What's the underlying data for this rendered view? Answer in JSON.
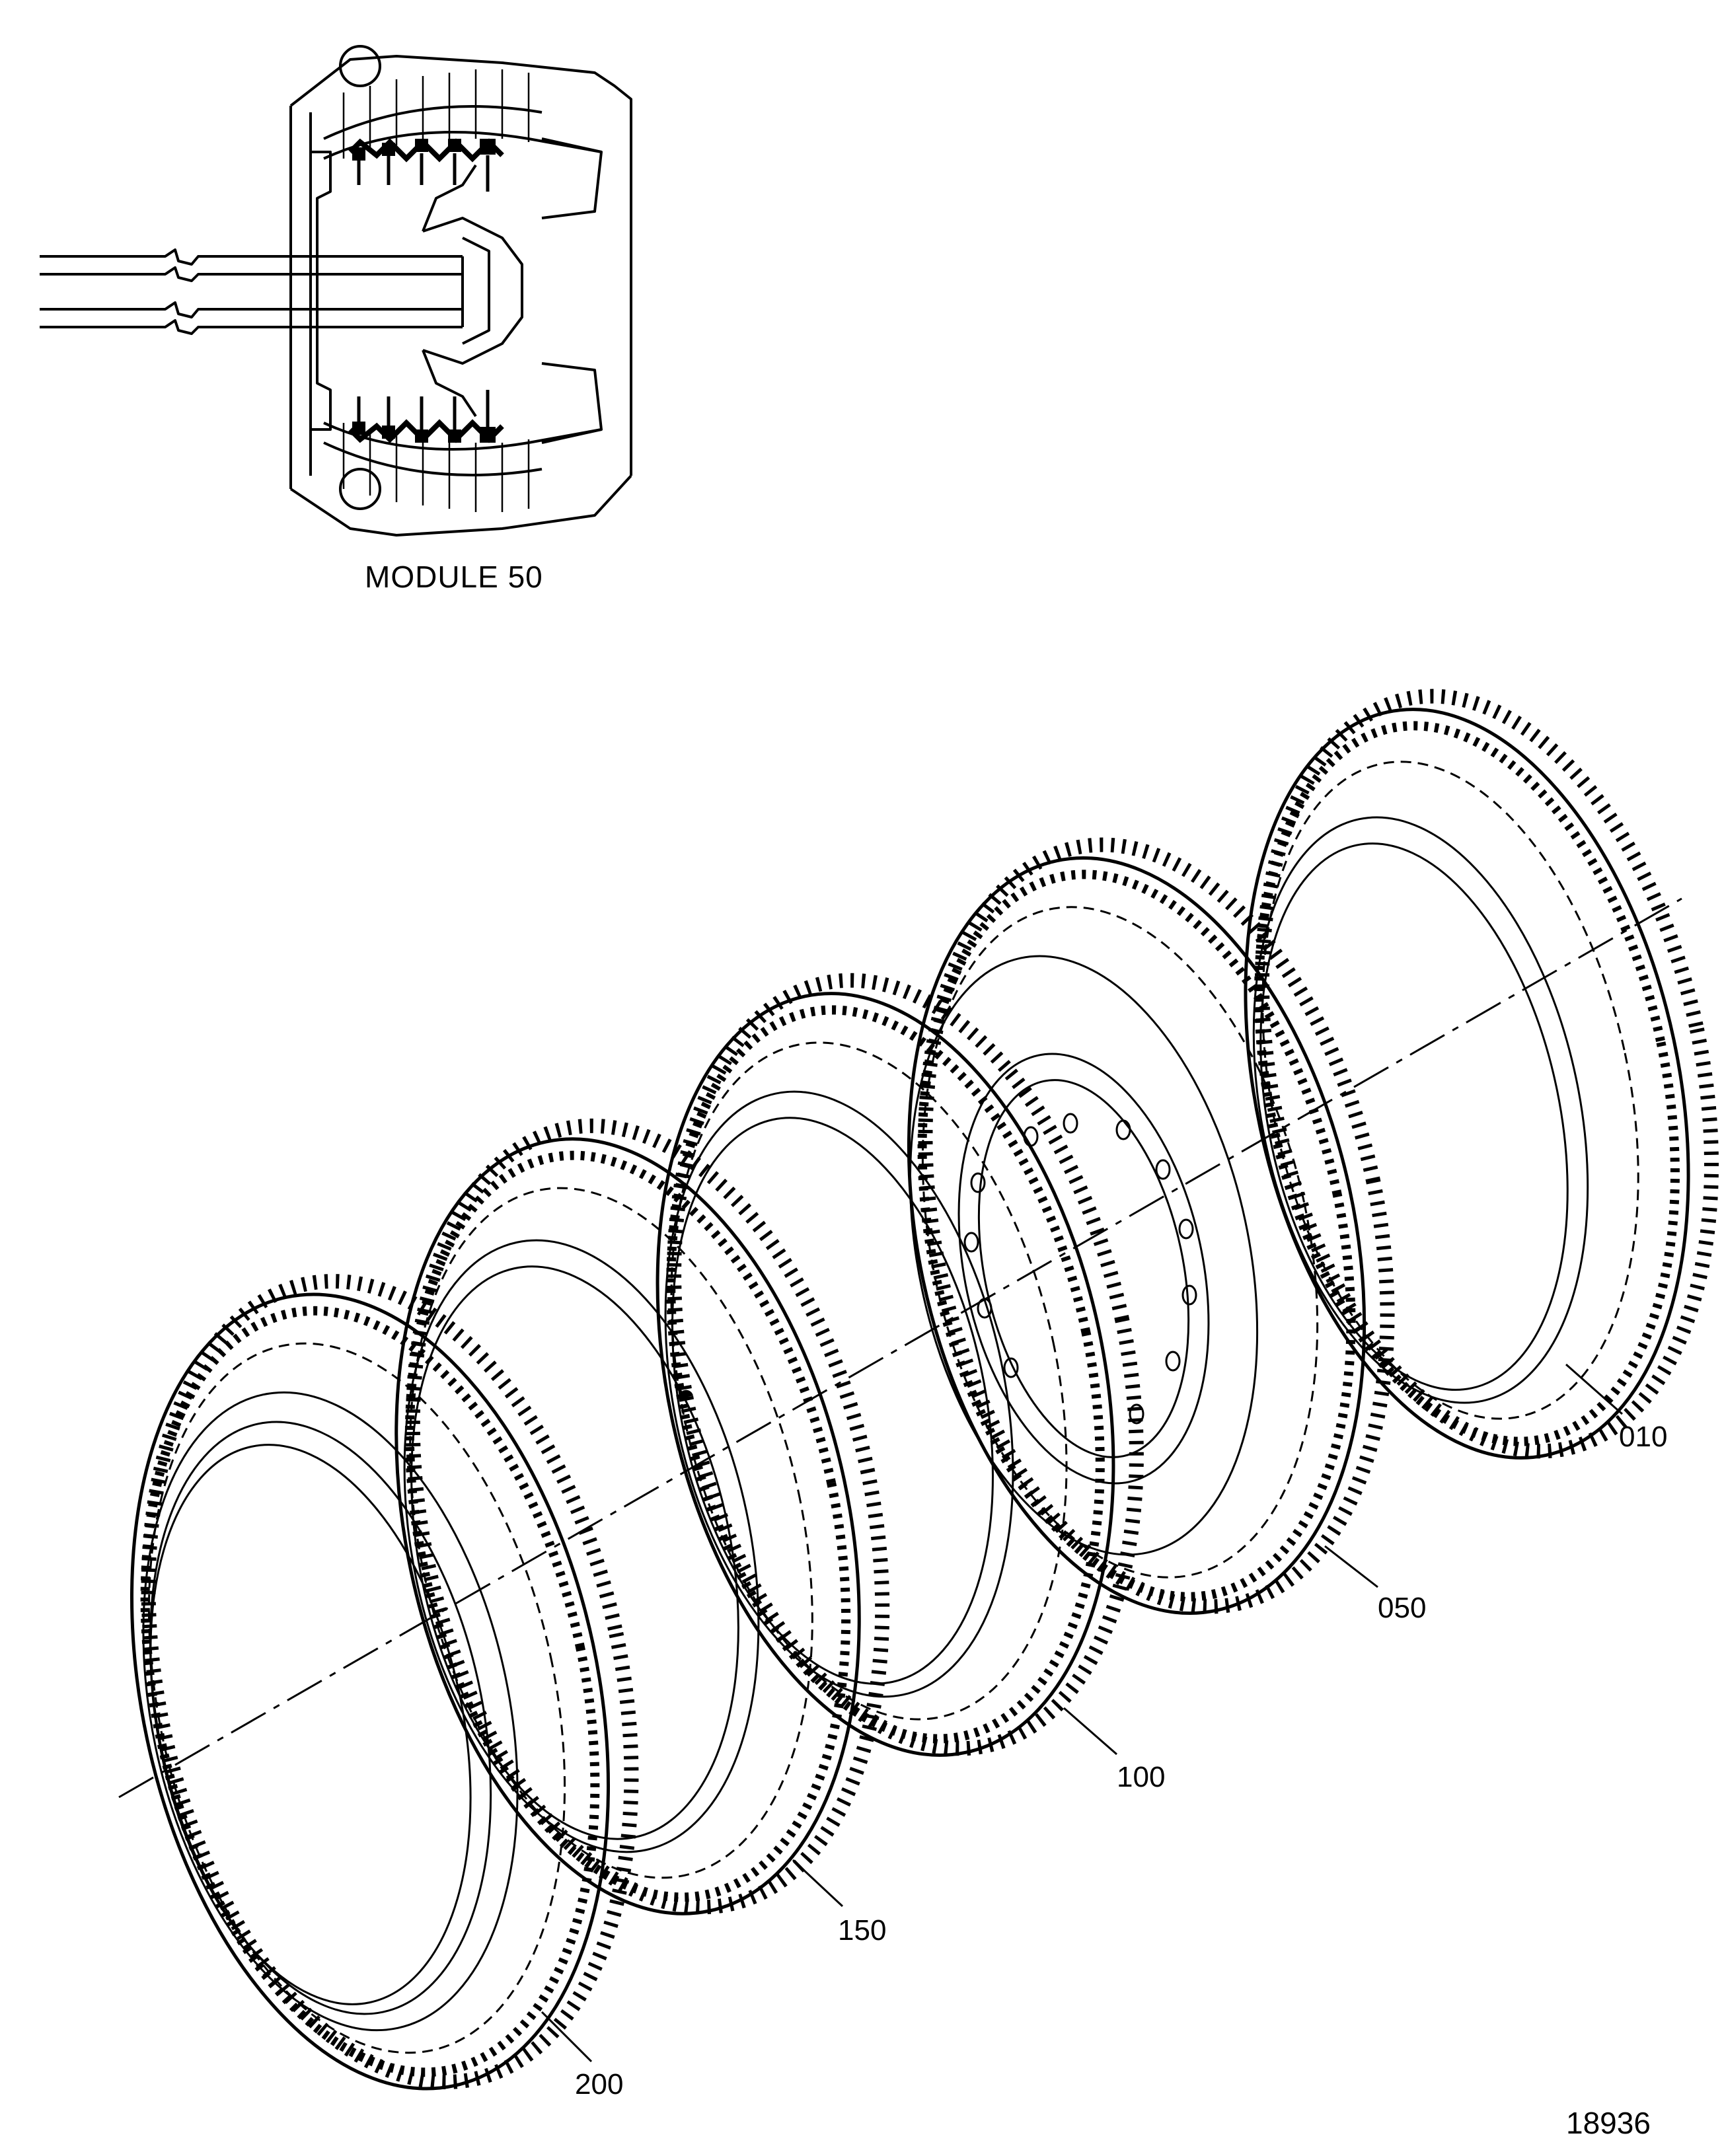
{
  "inset": {
    "title": "MODULE 50"
  },
  "callouts": {
    "item_010": "010",
    "item_050": "050",
    "item_100": "100",
    "item_150": "150",
    "item_200": "200"
  },
  "figure_number": "18936",
  "colors": {
    "ink": "#000000",
    "background": "#ffffff"
  }
}
